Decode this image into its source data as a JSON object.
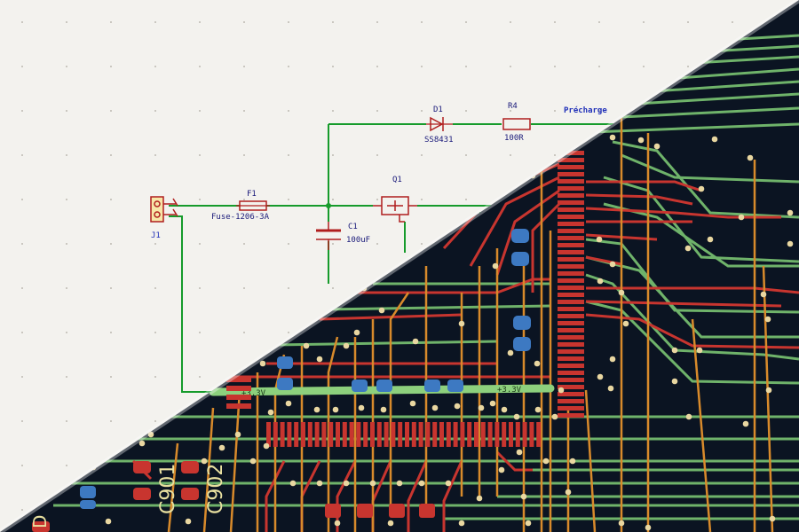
{
  "schematic": {
    "net_label_precharge": "Précharge",
    "d1_ref": "D1",
    "d1_value": "SS8431",
    "r4_ref": "R4",
    "r4_value": "100R",
    "f1_ref": "F1",
    "f1_value": "Fuse-1206-3A",
    "q1_ref": "Q1",
    "c1_ref": "C1",
    "c1_value": "100uF",
    "j1_ref": "J1",
    "pcb_net_label_left": "+3.3V"
  },
  "pcb": {
    "net_label": "+3.3V",
    "silk_c901": "C901",
    "silk_c902": "C902",
    "silk_edge": "D"
  },
  "colors": {
    "paper": "#f3f2ee",
    "board": "#0b1422",
    "wire": "#169b2b",
    "part": "#b01e1e",
    "net_label": "#1f2fb8",
    "trace_red": "#c8352f",
    "trace_green": "#6fb36a",
    "trace_orange": "#d88a2b",
    "pad_blue": "#3d79c2",
    "silk": "#e8e0a0",
    "via": "#e9d7a1"
  }
}
